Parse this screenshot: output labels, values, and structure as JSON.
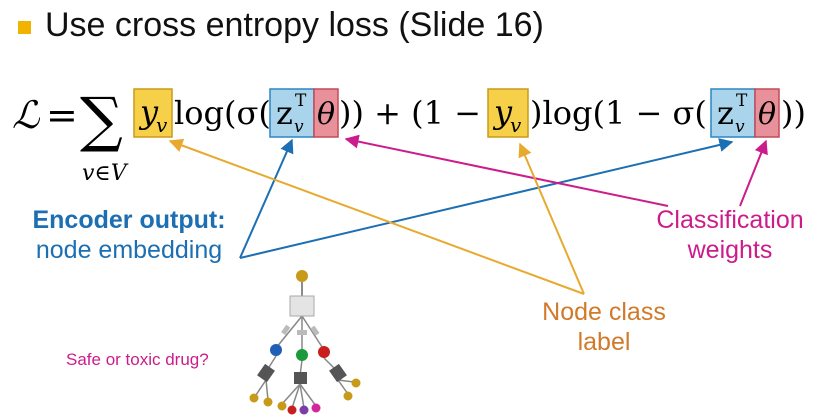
{
  "bullet": {
    "text": "Use cross entropy loss (Slide 16)"
  },
  "formula": {
    "script_L": "ℒ",
    "equals": "=",
    "sigma": "∑",
    "sum_sub": "v∈V",
    "y": "y",
    "v": "v",
    "log1": "log(σ(",
    "z": "z",
    "T": "T",
    "theta": "θ",
    "close_plus": ")) + (1 −",
    "log2": ")log(1 − σ(",
    "close_end": "))"
  },
  "labels": {
    "encoder_output_bold": "Encoder output:",
    "encoder_output_rest": "node embedding",
    "classification_line1": "Classification",
    "classification_line2": "weights",
    "node_class_line1": "Node class",
    "node_class_line2": "label",
    "safe_or_toxic": "Safe or toxic drug?"
  },
  "colors": {
    "y_box_fill": "#f7d04a",
    "z_box_fill": "#a9d4ec",
    "theta_box_fill": "#e8919a",
    "encoder_arrow": "#1c6fb2",
    "class_arrow": "#cc1c8c",
    "label_arrow": "#e8aa2e",
    "bullet": "#f0b400"
  },
  "icons": {
    "tree": "computation-graph-icon"
  }
}
